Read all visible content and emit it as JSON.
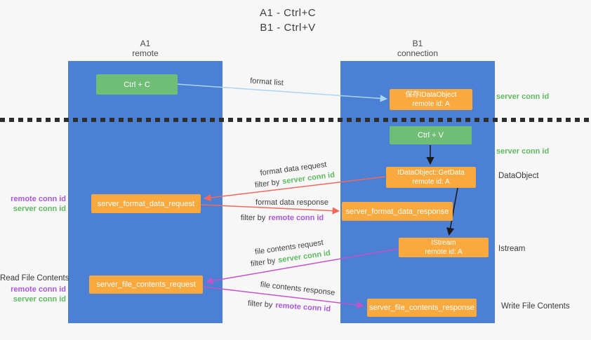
{
  "title": {
    "line1": "A1 - Ctrl+C",
    "line2": "B1 - Ctrl+V"
  },
  "lanes": {
    "left": {
      "name": "A1",
      "role": "remote"
    },
    "right": {
      "name": "B1",
      "role": "connection"
    }
  },
  "nodes": {
    "ctrl_c": "Ctrl + C",
    "save_idataobject": {
      "line1": "保存IDataObject",
      "line2": "remote id: A"
    },
    "ctrl_v": "Ctrl + V",
    "getdata": {
      "line1": "IDataObject::GetData",
      "line2": "remote id: A"
    },
    "server_format_data_request": "server_format_data_request",
    "server_format_data_response": "server_format_data_response",
    "istream": {
      "line1": "IStream",
      "line2": "remote id: A"
    },
    "server_file_contents_request": "server_file_contents_request",
    "server_file_contents_response": "server_file_contents_response"
  },
  "labels": {
    "format_list": "format list",
    "format_data_request": "format data request",
    "format_data_response": "format data response",
    "file_contents_request": "file contents request",
    "file_contents_response": "file contents response",
    "filter_by": "filter by",
    "server_conn_id": "server conn id",
    "remote_conn_id": "remote conn id",
    "dataobject": "DataObject",
    "istream": "Istream",
    "read_file_contents": "Read File Contents",
    "write_file_contents": "Write File Contents"
  },
  "colors": {
    "lane_blue": "#4b80d4",
    "node_green": "#70be76",
    "node_orange": "#f9a93e",
    "arrow_light_blue": "#a9d6f2",
    "arrow_red": "#f2685c",
    "arrow_magenta": "#c353c9",
    "arrow_black": "#1c1c1c",
    "text_green": "#5fba5f",
    "text_purple": "#a958d8"
  }
}
